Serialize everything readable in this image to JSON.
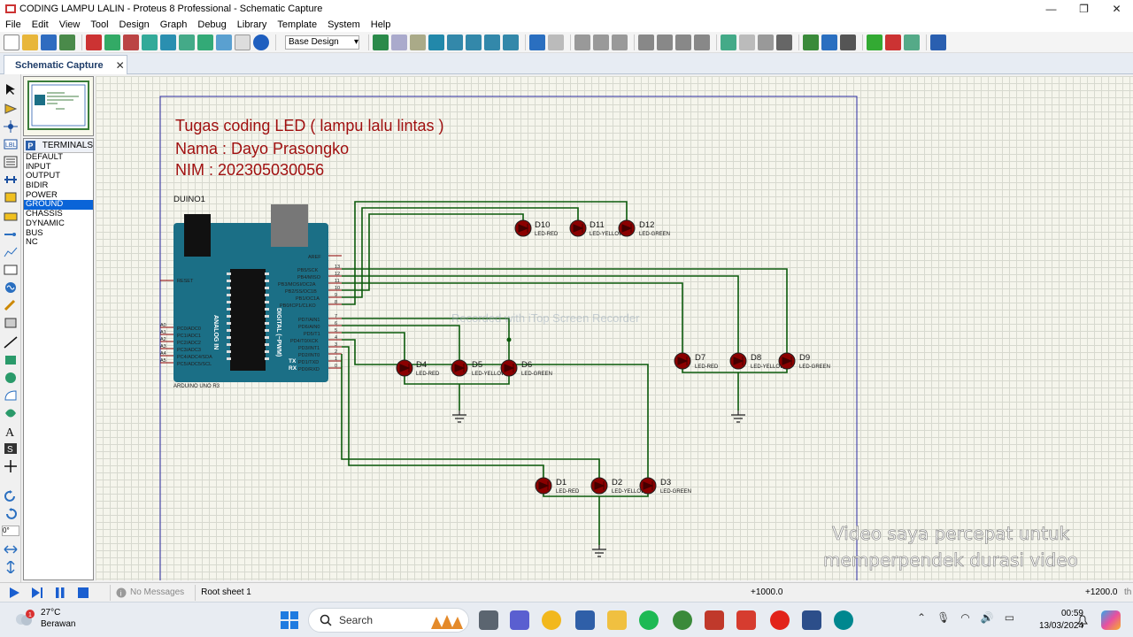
{
  "window": {
    "title": "CODING LAMPU LALIN - Proteus 8 Professional - Schematic Capture",
    "minimize": "—",
    "maximize": "❐",
    "close": "✕"
  },
  "menu": [
    "File",
    "Edit",
    "View",
    "Tool",
    "Design",
    "Graph",
    "Debug",
    "Library",
    "Template",
    "System",
    "Help"
  ],
  "toolbar": {
    "design_select": "Base Design"
  },
  "tab": {
    "label": "Schematic Capture",
    "close": "✕"
  },
  "terminals": {
    "header": "TERMINALS",
    "mode_button": "P",
    "items": [
      "DEFAULT",
      "INPUT",
      "OUTPUT",
      "BIDIR",
      "POWER",
      "GROUND",
      "CHASSIS",
      "DYNAMIC",
      "BUS",
      "NC"
    ],
    "selected": "GROUND"
  },
  "left_tools": {
    "rotation": "0°"
  },
  "schematic": {
    "title_line1": "Tugas coding LED ( lampu lalu lintas )",
    "title_line2": "Nama : Dayo Prasongko",
    "title_line3": "NIM : 202305030056",
    "arduino_ref": "DUINO1",
    "arduino_part": "ARDUINO UNO R3",
    "arduino_aref": "AREF",
    "arduino_reset": "RESET",
    "arduino_analog_label": "ANALOG IN",
    "arduino_digital_label": "DIGITAL (~PWM)",
    "arduino_tx": "TX",
    "arduino_rx": "RX",
    "analog_pins": [
      "A0",
      "A1",
      "A2",
      "A3",
      "A4",
      "A5"
    ],
    "analog_pin_names": [
      "PC0/ADC0",
      "PC1/ADC1",
      "PC2/ADC2",
      "PC3/ADC3",
      "PC4/ADC4/SDA",
      "PC5/ADC5/SCL"
    ],
    "digital_pins_top": [
      "13",
      "12",
      "11",
      "10",
      "9",
      "8"
    ],
    "digital_pin_names_top": [
      "PB5/SCK",
      "PB4/MISO",
      "PB3/MOSI/OC2A",
      "PB2/SS/OC1B",
      "PB1/OC1A",
      "PB0/ICP1/CLKO"
    ],
    "digital_pins_bottom": [
      "7",
      "6",
      "5",
      "4",
      "3",
      "2",
      "1",
      "0"
    ],
    "digital_pin_names_bottom": [
      "PD7/AIN1",
      "PD6/AIN0",
      "PD5/T1",
      "PD4/T0/XCK",
      "PD3/INT1",
      "PD2/INT0",
      "PD1/TXD",
      "PD0/RXD"
    ],
    "leds": [
      {
        "ref": "D10",
        "type": "LED-RED"
      },
      {
        "ref": "D11",
        "type": "LED-YELLOW"
      },
      {
        "ref": "D12",
        "type": "LED-GREEN"
      },
      {
        "ref": "D4",
        "type": "LED-RED"
      },
      {
        "ref": "D5",
        "type": "LED-YELLOW"
      },
      {
        "ref": "D6",
        "type": "LED-GREEN"
      },
      {
        "ref": "D7",
        "type": "LED-RED"
      },
      {
        "ref": "D8",
        "type": "LED-YELLOW"
      },
      {
        "ref": "D9",
        "type": "LED-GREEN"
      },
      {
        "ref": "D1",
        "type": "LED-RED"
      },
      {
        "ref": "D2",
        "type": "LED-YELLOW"
      },
      {
        "ref": "D3",
        "type": "LED-GREEN"
      }
    ],
    "watermark": "Recorded with iTop Screen Recorder",
    "overlay_line1": "Video saya percepat untuk",
    "overlay_line2": "memperpendek durasi video"
  },
  "status": {
    "messages": "No Messages",
    "sheet": "Root sheet 1",
    "coord_x": "+1000.0",
    "coord_y": "+1200.0",
    "unit": "th"
  },
  "taskbar": {
    "temperature": "27°C",
    "weather": "Berawan",
    "weather_badge": "1",
    "search": "Search",
    "time": "00:59",
    "date": "13/03/2024"
  },
  "colors": {
    "wire": "#0b5a0b",
    "led": "#8b0000",
    "arduino_board": "#1b6f86",
    "sheet_title": "#a01010",
    "selection": "#0a64d8"
  }
}
